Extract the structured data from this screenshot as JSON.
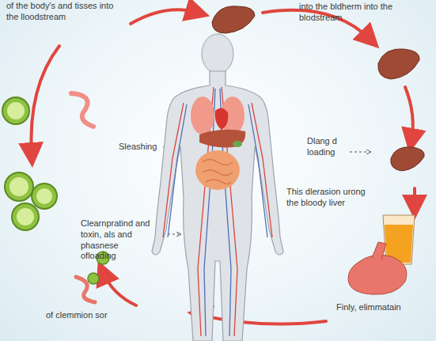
{
  "diagram": {
    "labels": [
      "of the body's and tisses into the lloodstream",
      "into the bldherm into the blodstream",
      "Sleashing",
      "Dlang d loading",
      "This dlerasion urong the bloody liver",
      "Clearnpratind and toxin, als and phasnese ofloading",
      "of clemmion sor",
      "Finly, elimmatain"
    ]
  }
}
